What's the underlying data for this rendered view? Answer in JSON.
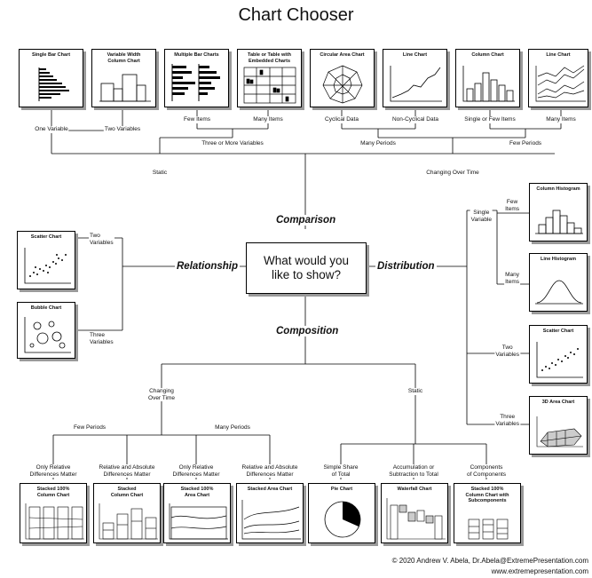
{
  "title": "Chart Chooser",
  "center_question": "What would you\nlike to show?",
  "categories": {
    "comparison": "Comparison",
    "relationship": "Relationship",
    "distribution": "Distribution",
    "composition": "Composition"
  },
  "labels": {
    "one_variable": "One Variable",
    "two_variables": "Two Variables",
    "few_items": "Few Items",
    "many_items": "Many Items",
    "three_or_more": "Three or More Variables",
    "cyclical": "Cyclical Data",
    "non_cyclical": "Non-Cyclical Data",
    "single_few_items": "Single or Few Items",
    "many_items_2": "Many Items",
    "many_periods": "Many Periods",
    "few_periods": "Few Periods",
    "static": "Static",
    "changing_over_time": "Changing Over Time",
    "rel_two_variables": "Two\nVariables",
    "rel_three_variables": "Three\nVariables",
    "single_variable": "Single\nVariable",
    "dist_few_items": "Few\nItems",
    "dist_many_items": "Many\nItems",
    "dist_two_variables": "Two\nVariables",
    "dist_three_variables": "Three\nVariables",
    "comp_changing": "Changing\nOver Time",
    "comp_static": "Static",
    "comp_few_periods": "Few Periods",
    "comp_many_periods": "Many Periods",
    "only_relative_1": "Only Relative\nDifferences Matter",
    "rel_and_abs_1": "Relative and Absolute\nDifferences Matter",
    "only_relative_2": "Only Relative\nDifferences Matter",
    "rel_and_abs_2": "Relative and Absolute\nDifferences Matter",
    "simple_share": "Simple Share\nof Total",
    "accumulation": "Accumulation or\nSubtraction to Total",
    "components": "Components\nof Components"
  },
  "charts": {
    "single_bar": "Single Bar Chart",
    "variable_width": "Variable Width\nColumn Chart",
    "multiple_bar": "Multiple Bar Charts",
    "table": "Table or Table with\nEmbedded Charts",
    "circular_area": "Circular Area Chart",
    "line_top_1": "Line Chart",
    "column_top": "Column Chart",
    "line_top_2": "Line Chart",
    "scatter_left": "Scatter Chart",
    "bubble": "Bubble Chart",
    "column_histogram": "Column Histogram",
    "line_histogram": "Line Histogram",
    "scatter_right": "Scatter Chart",
    "area_3d": "3D Area Chart",
    "stacked_100_column": "Stacked 100%\nColumn Chart",
    "stacked_column": "Stacked\nColumn Chart",
    "stacked_100_area": "Stacked 100%\nArea Chart",
    "stacked_area": "Stacked Area Chart",
    "pie": "Pie Chart",
    "waterfall": "Waterfall Chart",
    "stacked_100_sub": "Stacked 100%\nColumn Chart with\nSubcomponents"
  },
  "footer": {
    "line1": "© 2020  Andrew V. Abela, Dr.Abela@ExtremePresentation.com",
    "line2": "www.extremepresentation.com"
  }
}
